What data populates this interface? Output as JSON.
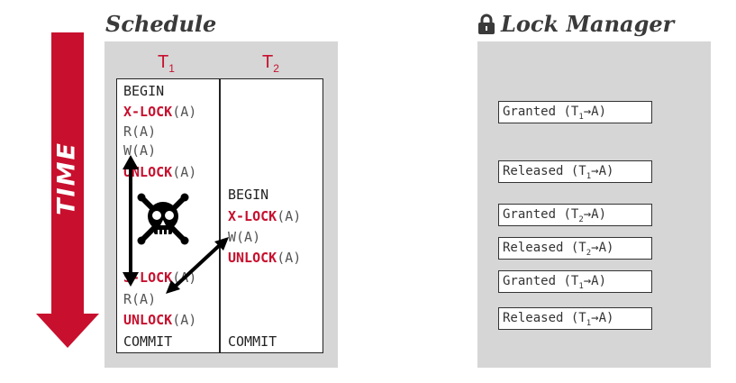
{
  "time_label": "TIME",
  "schedule": {
    "title": "Schedule",
    "t1_header": {
      "base": "T",
      "sub": "1"
    },
    "t2_header": {
      "base": "T",
      "sub": "2"
    },
    "t1_ops": [
      {
        "kw": "",
        "text": "BEGIN"
      },
      {
        "kw": "X-LOCK",
        "text": "(A)"
      },
      {
        "kw": "",
        "text": "R(A)"
      },
      {
        "kw": "",
        "text": "W(A)"
      },
      {
        "kw": "UNLOCK",
        "text": "(A)"
      },
      {
        "kw": "S-LOCK",
        "text": "(A)"
      },
      {
        "kw": "",
        "text": "R(A)"
      },
      {
        "kw": "UNLOCK",
        "text": "(A)"
      },
      {
        "kw": "",
        "text": "COMMIT"
      }
    ],
    "t2_ops": [
      {
        "kw": "",
        "text": "BEGIN"
      },
      {
        "kw": "X-LOCK",
        "text": "(A)"
      },
      {
        "kw": "",
        "text": "W(A)"
      },
      {
        "kw": "UNLOCK",
        "text": "(A)"
      },
      {
        "kw": "",
        "text": "COMMIT"
      }
    ]
  },
  "lock_manager": {
    "title": "Lock Manager",
    "entries": [
      {
        "action": "Granted",
        "txn": "1",
        "obj": "A"
      },
      {
        "action": "Released",
        "txn": "1",
        "obj": "A"
      },
      {
        "action": "Granted",
        "txn": "2",
        "obj": "A"
      },
      {
        "action": "Released",
        "txn": "2",
        "obj": "A"
      },
      {
        "action": "Granted",
        "txn": "1",
        "obj": "A"
      },
      {
        "action": "Released",
        "txn": "1",
        "obj": "A"
      }
    ]
  },
  "colors": {
    "accent": "#c8102e",
    "panel": "#d6d6d6"
  }
}
